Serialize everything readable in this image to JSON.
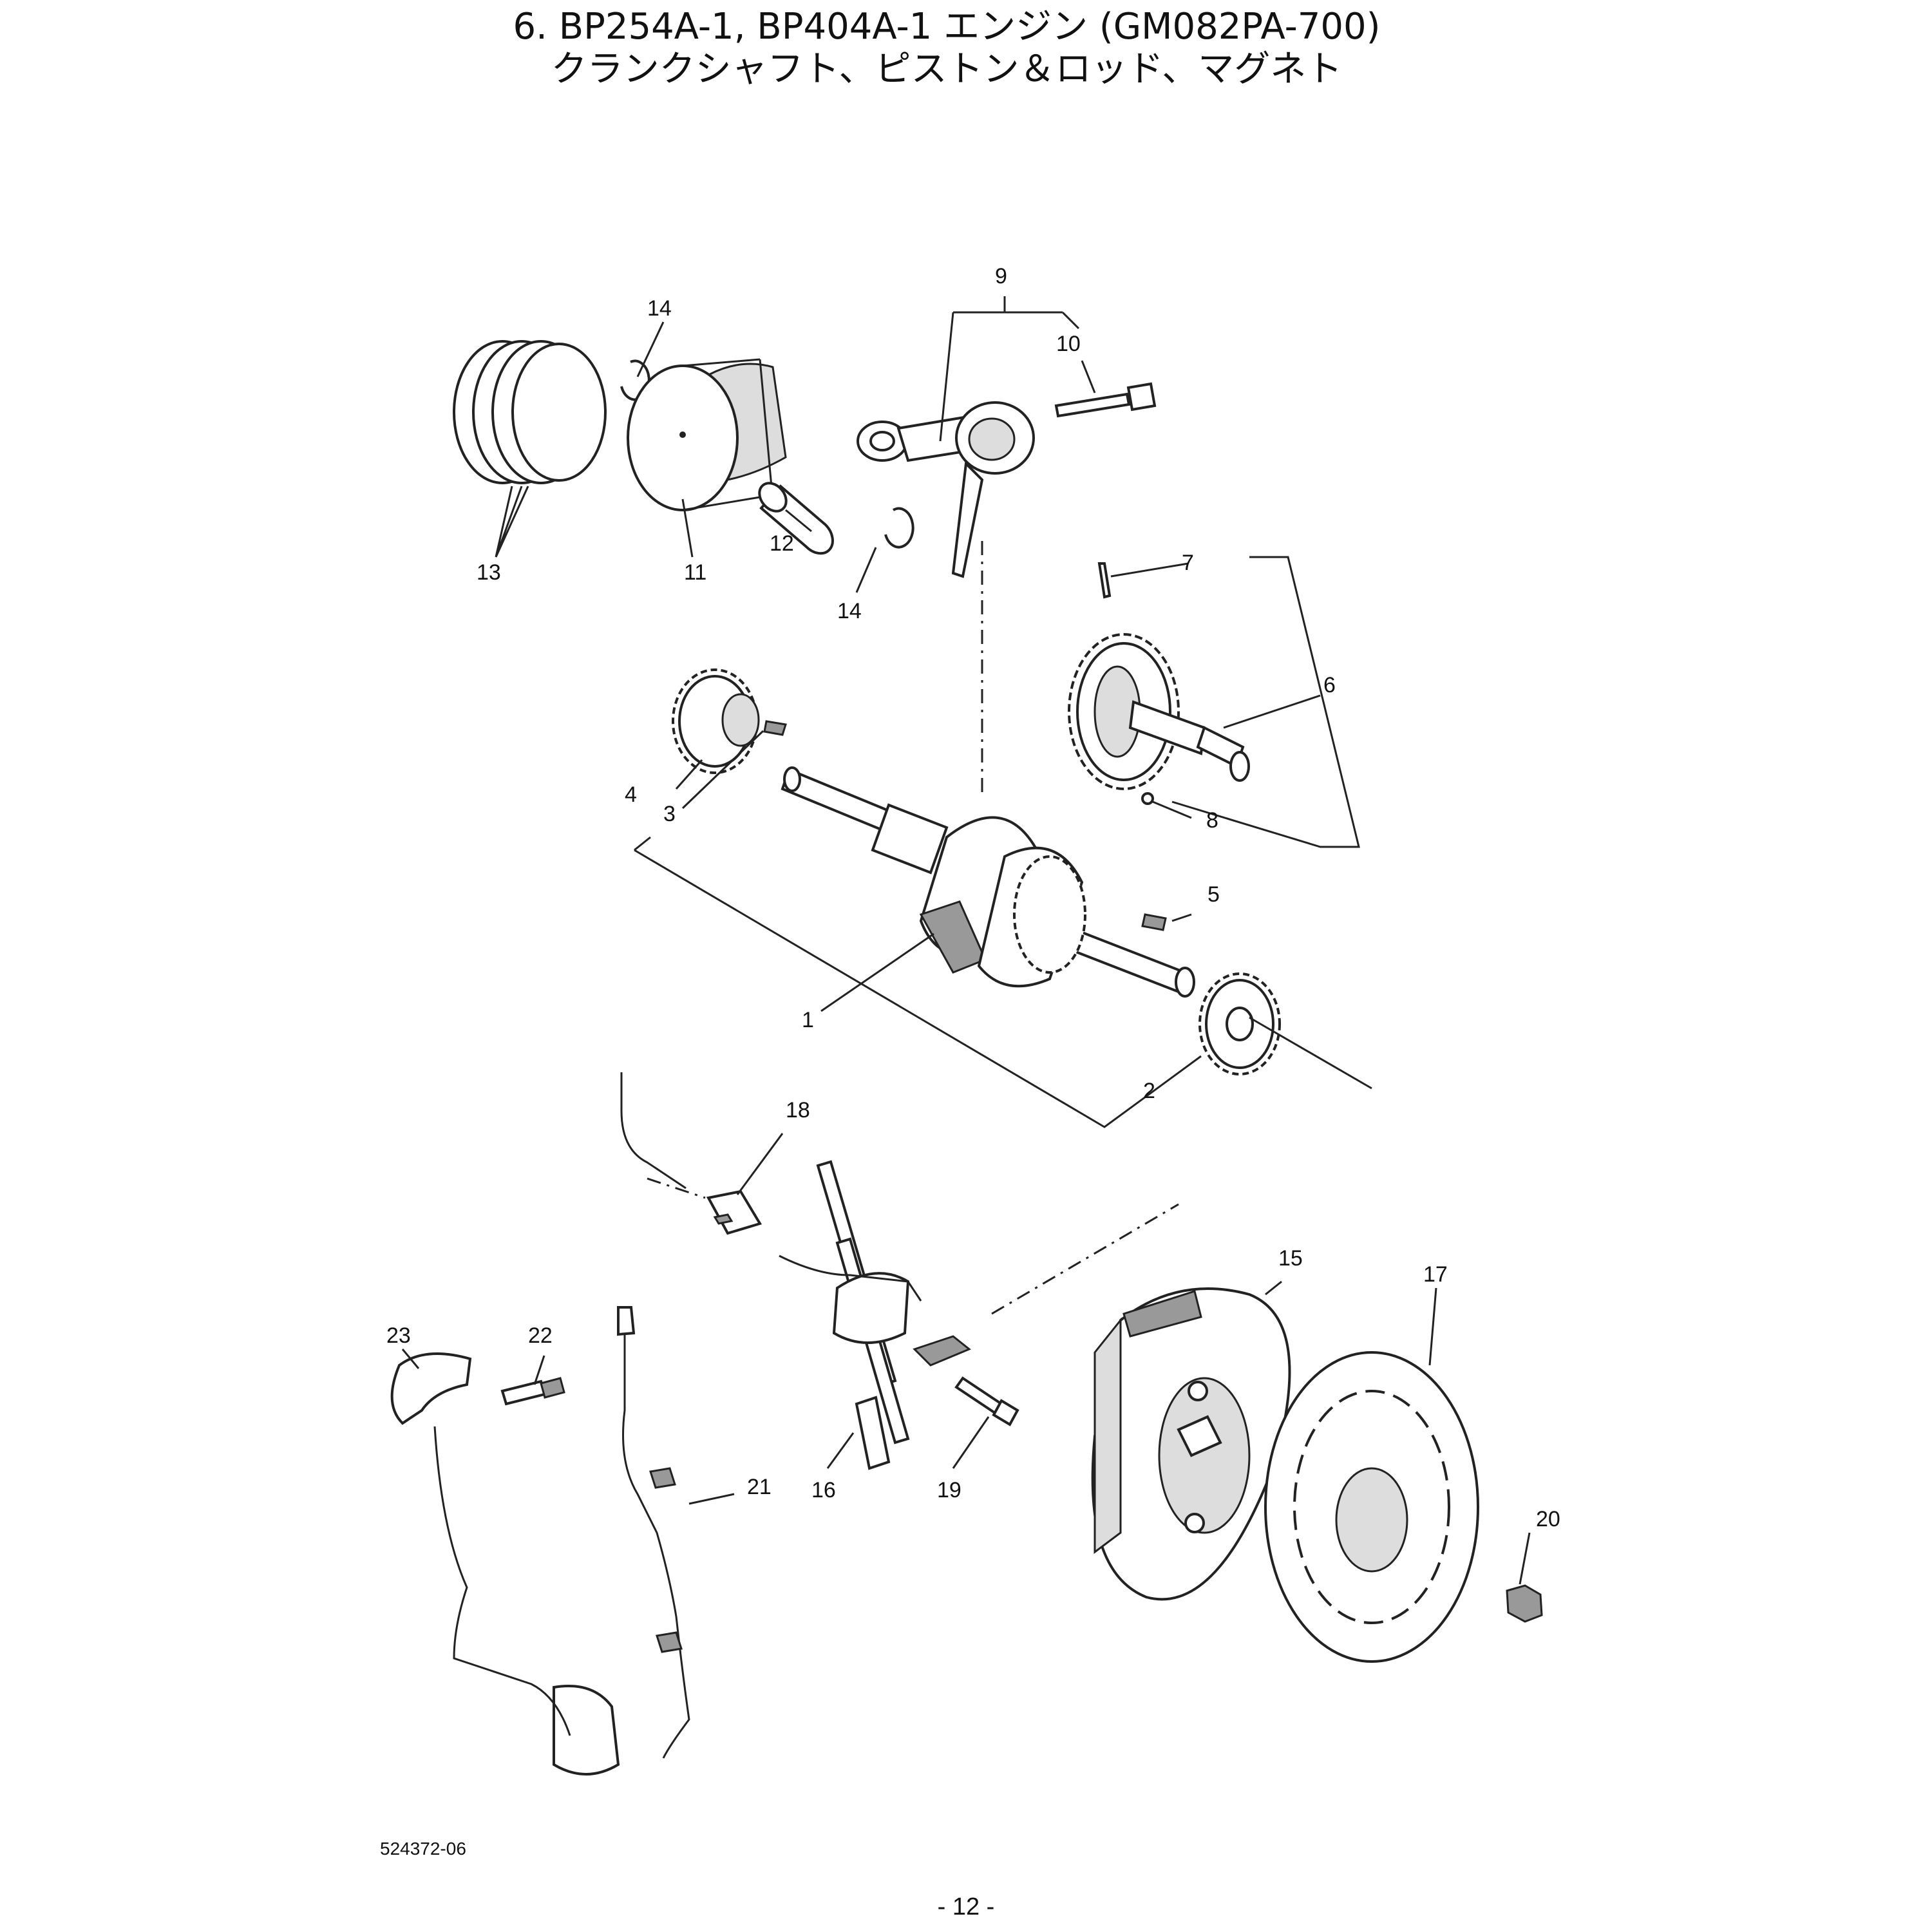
{
  "title": {
    "line1": "6. BP254A-1, BP404A-1 エンジン (GM082PA-700)",
    "line2": "クランクシャフト、ピストン＆ロッド、マグネト"
  },
  "callouts": [
    "1",
    "2",
    "3",
    "4",
    "5",
    "6",
    "7",
    "8",
    "9",
    "10",
    "11",
    "12",
    "13",
    "14",
    "14",
    "15",
    "16",
    "17",
    "18",
    "19",
    "20",
    "21",
    "22",
    "23"
  ],
  "footer": {
    "code": "524372-06",
    "page": "- 12 -"
  }
}
